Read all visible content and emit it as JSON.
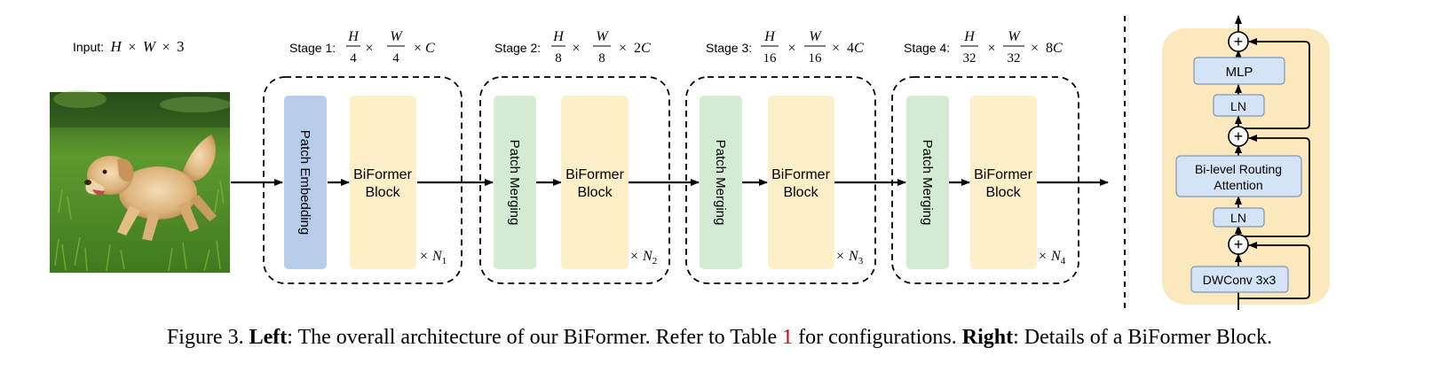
{
  "input_label": {
    "prefix": "Input:",
    "h": "H",
    "w": "W",
    "c": "3",
    "times": "×"
  },
  "stages": [
    {
      "prefix": "Stage 1:",
      "num_h": "H",
      "num_w": "W",
      "den": "4",
      "coef": "",
      "c": "C",
      "first_block": "Patch Embedding",
      "block_l1": "BiFormer",
      "block_l2": "Block",
      "repeat": "N",
      "repeat_sub": "1",
      "first_color": "#b5cde8"
    },
    {
      "prefix": "Stage 2:",
      "num_h": "H",
      "num_w": "W",
      "den": "8",
      "coef": "2",
      "c": "C",
      "first_block": "Patch Merging",
      "block_l1": "BiFormer",
      "block_l2": "Block",
      "repeat": "N",
      "repeat_sub": "2",
      "first_color": "#d3ead3"
    },
    {
      "prefix": "Stage 3:",
      "num_h": "H",
      "num_w": "W",
      "den": "16",
      "coef": "4",
      "c": "C",
      "first_block": "Patch Merging",
      "block_l1": "BiFormer",
      "block_l2": "Block",
      "repeat": "N",
      "repeat_sub": "3",
      "first_color": "#d3ead3"
    },
    {
      "prefix": "Stage 4:",
      "num_h": "H",
      "num_w": "W",
      "den": "32",
      "coef": "8",
      "c": "C",
      "first_block": "Patch Merging",
      "block_l1": "BiFormer",
      "block_l2": "Block",
      "repeat": "N",
      "repeat_sub": "4",
      "first_color": "#d3ead3"
    }
  ],
  "block_detail": {
    "mlp": "MLP",
    "ln_top": "LN",
    "attn_l1": "Bi-level Routing",
    "attn_l2": "Attention",
    "ln_bottom": "LN",
    "dwconv": "DWConv 3x3",
    "plus": "+"
  },
  "colors": {
    "biformer_block": "#fdf0c8",
    "detail_panel": "#fbe8bc",
    "detail_box": "#d4e4f6",
    "detail_box_border": "#7c96b8",
    "ref_red": "#d0021b"
  },
  "caption": {
    "fig": "Figure 3.",
    "left_bold": "Left",
    "left_text": ": The overall architecture of our BiFormer. Refer to Table",
    "ref": "1",
    "mid_text": "for configurations.",
    "right_bold": "Right",
    "right_text": ": Details of a BiFormer Block."
  }
}
